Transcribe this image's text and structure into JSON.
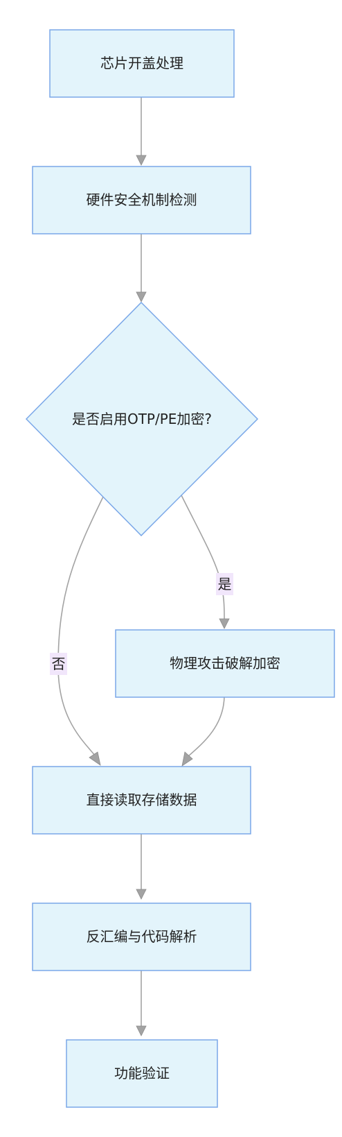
{
  "nodes": {
    "decap": "芯片开盖处理",
    "hw_check": "硬件安全机制检测",
    "decision": "是否启用OTP/PE加密?",
    "physical_crack": "物理攻击破解加密",
    "read_storage": "直接读取存储数据",
    "disassemble": "反汇编与代码解析",
    "verify": "功能验证"
  },
  "edges": {
    "yes_label": "是",
    "no_label": "否"
  },
  "colors": {
    "node_fill": "#e3f4fb",
    "node_border": "#7aa7e8",
    "edge": "#a3a3a3",
    "label_bg": "#f1e6fb"
  }
}
